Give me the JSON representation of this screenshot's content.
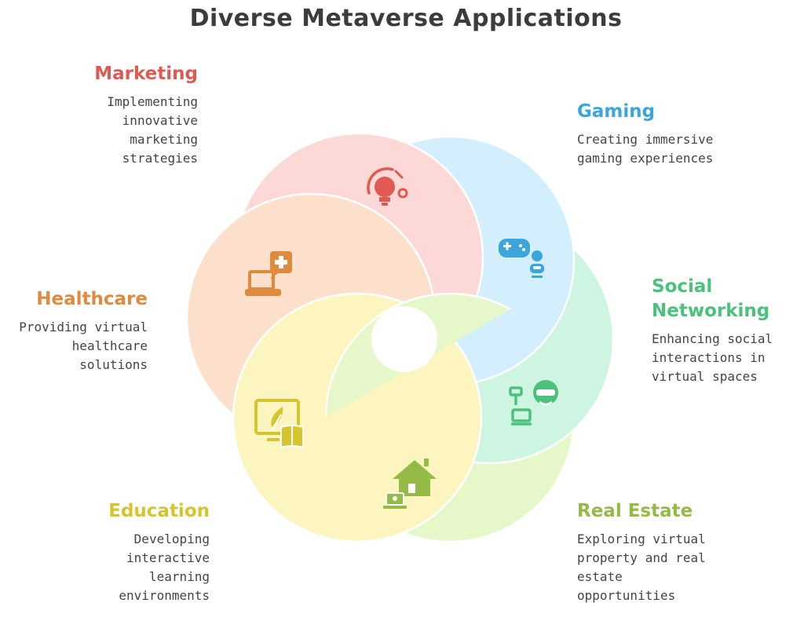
{
  "title": "Diverse Metaverse Applications",
  "colors": {
    "marketing": "#e05a53",
    "gaming": "#3aa6dc",
    "social": "#4bc27c",
    "realestate": "#93bb45",
    "education": "#d6c42c",
    "healthcare": "#e08a3e"
  },
  "items": [
    {
      "heading": "Marketing",
      "description": "Implementing innovative marketing strategies",
      "icon": "lightbulb-target-icon"
    },
    {
      "heading": "Gaming",
      "description": "Creating immersive gaming experiences",
      "icon": "gamepad-vr-user-icon"
    },
    {
      "heading": "Social Networking",
      "description": "Enhancing social interactions in virtual spaces",
      "icon": "vr-headset-network-icon"
    },
    {
      "heading": "Real Estate",
      "description": "Exploring virtual property and real estate opportunities",
      "icon": "house-laptop-icon"
    },
    {
      "heading": "Education",
      "description": "Developing interactive learning environments",
      "icon": "monitor-book-icon"
    },
    {
      "heading": "Healthcare",
      "description": "Providing virtual healthcare solutions",
      "icon": "laptop-medical-chat-icon"
    }
  ]
}
